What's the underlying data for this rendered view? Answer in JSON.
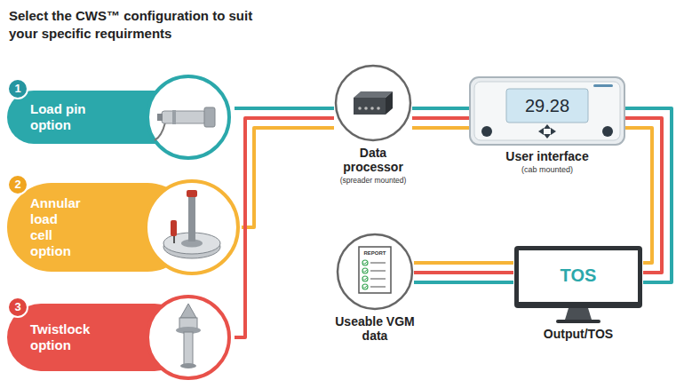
{
  "diagram": {
    "title": "Select the CWS™ configuration to suit your specific requirments",
    "nodes": [
      {
        "text": [
          "Load pin option"
        ]
      },
      {
        "text": [
          "Annular load cell option"
        ]
      },
      {
        "text": [
          "Twistlock option"
        ]
      },
      {
        "text": [
          "Data processor",
          "(spreader mounted)"
        ]
      },
      {
        "text": [
          "29.28",
          "User interface",
          "(cab mounted)"
        ]
      },
      {
        "text": [
          "REPORT",
          "Useable VGM data"
        ]
      },
      {
        "text": [
          "TOS",
          "Output/TOS"
        ]
      }
    ],
    "edges": [
      {
        "from": 0,
        "to": 3,
        "arrow": "none"
      },
      {
        "from": 1,
        "to": 3,
        "arrow": "none"
      },
      {
        "from": 2,
        "to": 3,
        "arrow": "none"
      },
      {
        "from": 3,
        "to": 4,
        "arrow": "none"
      },
      {
        "from": 4,
        "to": 6,
        "arrow": "none"
      },
      {
        "from": 6,
        "to": 5,
        "arrow": "none"
      }
    ],
    "labels": [
      "1",
      "2",
      "3"
    ]
  }
}
